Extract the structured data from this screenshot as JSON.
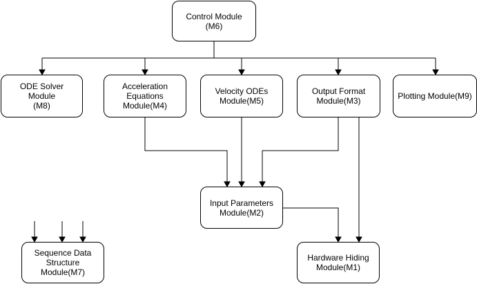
{
  "nodes": {
    "m6": {
      "label": "Control Module\n(M6)"
    },
    "m8": {
      "label": "ODE Solver\nModule\n(M8)"
    },
    "m4": {
      "label": "Acceleration\nEquations\nModule(M4)"
    },
    "m5": {
      "label": "Velocity ODEs\nModule(M5)"
    },
    "m3": {
      "label": "Output Format\nModule(M3)"
    },
    "m9": {
      "label": "Plotting Module(M9)"
    },
    "m2": {
      "label": "Input Parameters\nModule(M2)"
    },
    "m7": {
      "label": "Sequence Data\nStructure\nModule(M7)"
    },
    "m1": {
      "label": "Hardware Hiding\nModule(M1)"
    }
  },
  "colors": {
    "stroke": "#000000",
    "background": "#ffffff"
  }
}
